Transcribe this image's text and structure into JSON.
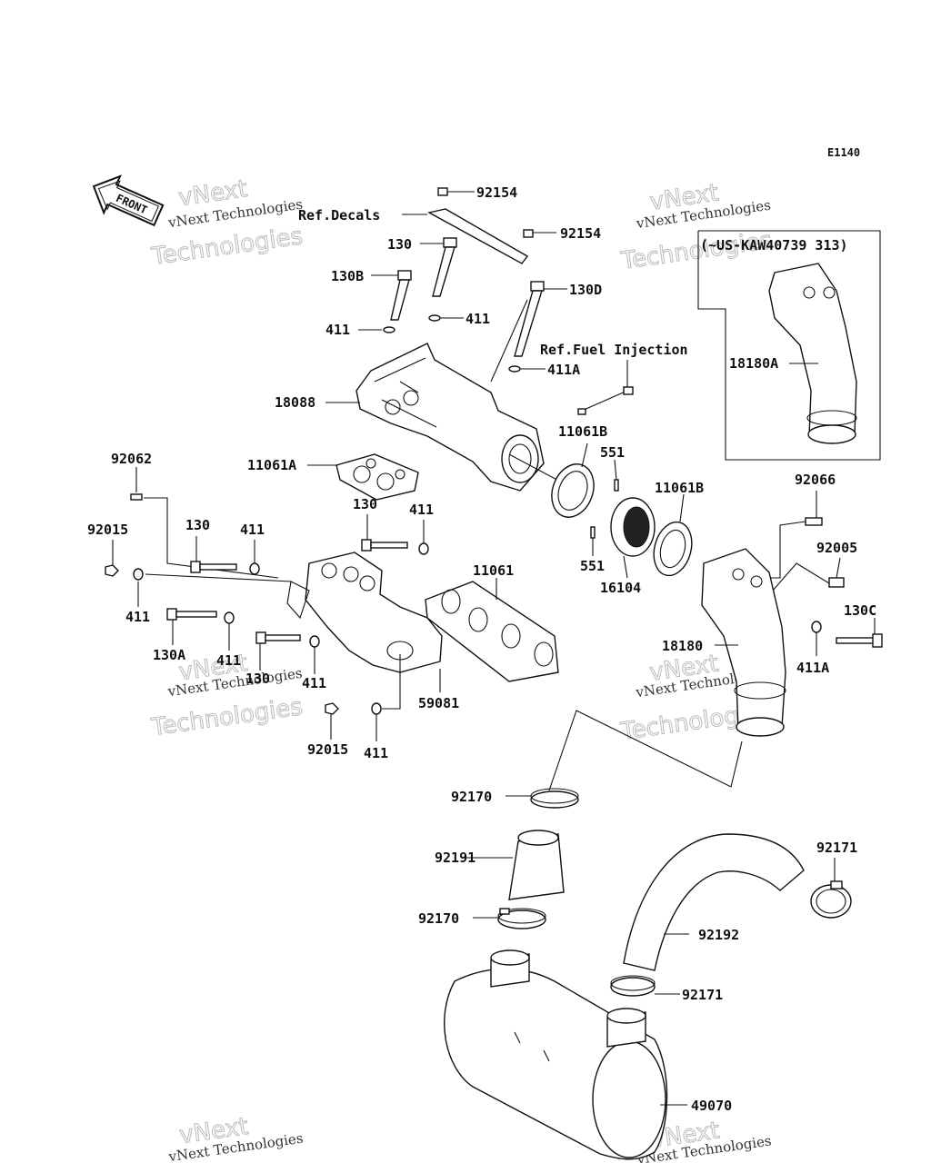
{
  "diagram_code": "E1140",
  "front_arrow_label": "FRONT",
  "references": {
    "decals": "Ref.Decals",
    "fuel_injection": "Ref.Fuel Injection"
  },
  "inset_note": "(~US-KAW40739 313)",
  "watermark": {
    "line1": "vNext Technologies",
    "line2": "vNext",
    "line3": "Technologies"
  },
  "callouts": {
    "p92154a": "92154",
    "p92154b": "92154",
    "p130_top": "130",
    "p130B": "130B",
    "p130D": "130D",
    "p411_left": "411",
    "p411_right": "411",
    "p411A_top": "411A",
    "p18088": "18088",
    "p11061B_a": "11061B",
    "p551_a": "551",
    "p11061B_b": "11061B",
    "p551_b": "551",
    "p16104": "16104",
    "p18180A": "18180A",
    "p92062": "92062",
    "p11061A": "11061A",
    "p130_mid": "130",
    "p411_mid": "411",
    "p92015_a": "92015",
    "p130_b": "130",
    "p411_b": "411",
    "p411_c": "411",
    "p11061": "11061",
    "p130A": "130A",
    "p411_d": "411",
    "p130_c": "130",
    "p411_e": "411",
    "p59081": "59081",
    "p92015_b": "92015",
    "p411_f": "411",
    "p92066": "92066",
    "p92005": "92005",
    "p130C": "130C",
    "p18180": "18180",
    "p411A_bot": "411A",
    "p92170_a": "92170",
    "p92191": "92191",
    "p92170_b": "92170",
    "p92171_a": "92171",
    "p92192": "92192",
    "p92171_b": "92171",
    "p49070": "49070"
  }
}
